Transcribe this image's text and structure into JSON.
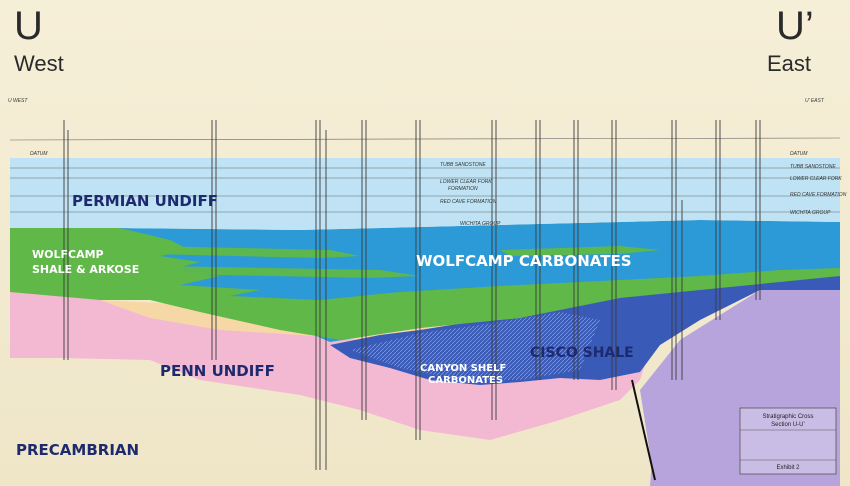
{
  "header": {
    "west_letter": "U",
    "west_label": "West",
    "east_letter": "U’",
    "east_label": "East"
  },
  "section": {
    "west_small": "U\nWEST",
    "east_small": "U’\nEAST",
    "datum_label": "DATUM"
  },
  "units": [
    {
      "key": "permian",
      "label": "PERMIAN UNDIFF",
      "color": "#bfe3f4"
    },
    {
      "key": "wolfcamp_shale_1",
      "label": "WOLFCAMP",
      "color": "#5fb848"
    },
    {
      "key": "wolfcamp_shale_2",
      "label": "SHALE & ARKOSE",
      "color": "#5fb848"
    },
    {
      "key": "wolfcamp_carb",
      "label": "WOLFCAMP CARBONATES",
      "color": "#2b9ad6"
    },
    {
      "key": "cisco",
      "label": "CISCO SHALE",
      "color": "#f6d7a6"
    },
    {
      "key": "canyon_1",
      "label": "CANYON SHELF",
      "color": "#3a5ab8"
    },
    {
      "key": "canyon_2",
      "label": "CARBONATES",
      "color": "#3a5ab8"
    },
    {
      "key": "penn",
      "label": "PENN UNDIFF",
      "color": "#f3b9d3"
    },
    {
      "key": "precambrian",
      "label": "PRECAMBRIAN",
      "color": "#b8a4dc"
    }
  ],
  "formations": {
    "tubb": "TUBB SANDSTONE",
    "lower_clear_fork": "LOWER CLEAR FORK",
    "formation": "FORMATION",
    "red_cave": "RED CAVE FORMATION",
    "wichita": "WICHITA GROUP"
  },
  "exhibit": {
    "title_1": "Stratigraphic Cross",
    "title_2": "Section U-U’",
    "number": "Exhibit 2"
  }
}
